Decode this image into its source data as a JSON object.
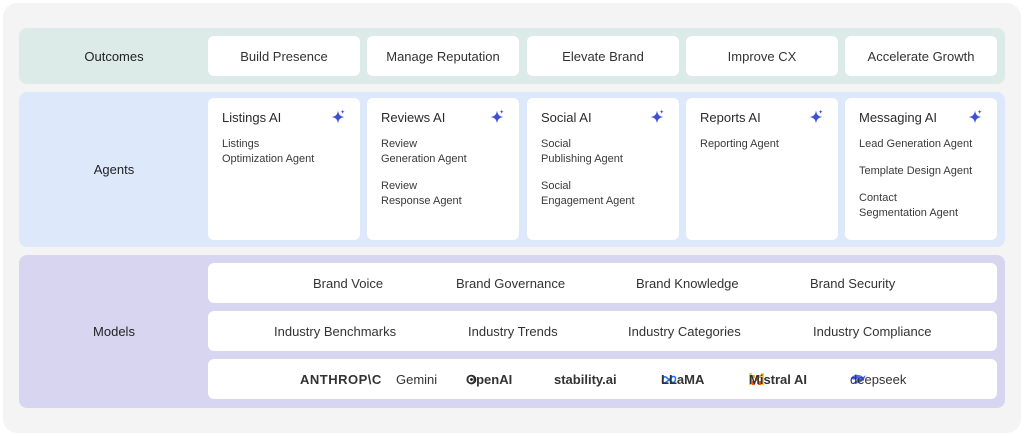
{
  "outcomes": {
    "label": "Outcomes",
    "items": [
      "Build Presence",
      "Manage Reputation",
      "Elevate Brand",
      "Improve CX",
      "Accelerate Growth"
    ]
  },
  "agents": {
    "label": "Agents",
    "cards": [
      {
        "title": "Listings AI",
        "items": [
          "Listings\nOptimization Agent"
        ]
      },
      {
        "title": "Reviews AI",
        "items": [
          "Review\nGeneration Agent",
          "Review\nResponse Agent"
        ]
      },
      {
        "title": "Social AI",
        "items": [
          "Social\nPublishing Agent",
          "Social\nEngagement Agent"
        ]
      },
      {
        "title": "Reports AI",
        "items": [
          "Reporting Agent"
        ]
      },
      {
        "title": "Messaging AI",
        "items": [
          "Lead Generation Agent",
          "Template Design Agent",
          "Contact\nSegmentation Agent"
        ]
      }
    ]
  },
  "models": {
    "label": "Models",
    "brand_row": [
      "Brand Voice",
      "Brand Governance",
      "Brand Knowledge",
      "Brand Security"
    ],
    "industry_row": [
      "Industry Benchmarks",
      "Industry Trends",
      "Industry Categories",
      "Industry Compliance"
    ],
    "logos": [
      {
        "name": "ANTHROP\\C",
        "icon": "anthropic-logo"
      },
      {
        "name": "Gemini",
        "icon": "gemini-logo"
      },
      {
        "name": "OpenAI",
        "icon": "openai-logo"
      },
      {
        "name": "stability.ai",
        "icon": "stability-logo"
      },
      {
        "name": "LLaMA",
        "icon": "meta-logo"
      },
      {
        "name": "Mistral AI",
        "icon": "mistral-logo"
      },
      {
        "name": "deepseek",
        "icon": "deepseek-logo"
      }
    ]
  },
  "colors": {
    "outcomes_band": "#dcebe8",
    "agents_band": "#dde9fb",
    "models_band": "#d8d5f1",
    "sparkle": "#3b4fd8"
  }
}
